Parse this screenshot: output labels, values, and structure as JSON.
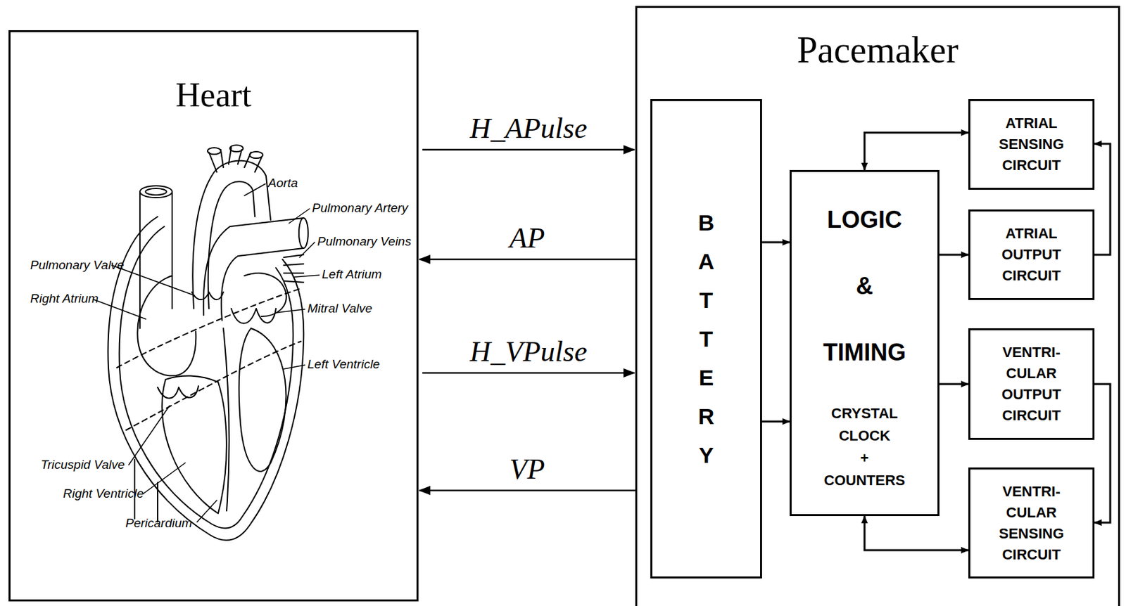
{
  "diagram": {
    "nodes": [
      {
        "text": [
          "Heart"
        ]
      },
      {
        "text": [
          "Pacemaker"
        ]
      },
      {
        "text": [
          "BATTERY"
        ],
        "in": 1
      },
      {
        "text": [
          "LOGIC & TIMING",
          "CRYSTAL CLOCK + COUNTERS"
        ],
        "in": 1
      },
      {
        "text": [
          "ATRIAL SENSING CIRCUIT"
        ],
        "in": 1
      },
      {
        "text": [
          "ATRIAL OUTPUT CIRCUIT"
        ],
        "in": 1
      },
      {
        "text": [
          "VENTRI- CULAR OUTPUT CIRCUIT"
        ],
        "in": 1
      },
      {
        "text": [
          "VENTRI- CULAR SENSING CIRCUIT"
        ],
        "in": 1
      }
    ],
    "edges": [
      {
        "from": 0,
        "to": 1,
        "arrow": "to",
        "label": "H_APulse"
      },
      {
        "from": 1,
        "to": 0,
        "arrow": "to",
        "label": "AP"
      },
      {
        "from": 0,
        "to": 1,
        "arrow": "to",
        "label": "H_VPulse"
      },
      {
        "from": 1,
        "to": 0,
        "arrow": "to",
        "label": "VP"
      },
      {
        "from": 2,
        "to": 3,
        "arrow": "to"
      },
      {
        "from": 2,
        "to": 3,
        "arrow": "to"
      },
      {
        "from": 3,
        "to": 4,
        "arrow": "both"
      },
      {
        "from": 3,
        "to": 5,
        "arrow": "to"
      },
      {
        "from": 3,
        "to": 6,
        "arrow": "to"
      },
      {
        "from": 3,
        "to": 7,
        "arrow": "both"
      },
      {
        "from": 5,
        "to": 4,
        "arrow": "to"
      },
      {
        "from": 6,
        "to": 7,
        "arrow": "to"
      }
    ],
    "labels": [
      "Aorta",
      "Pulmonary Artery",
      "Pulmonary Veins",
      "Left Atrium",
      "Mitral Valve",
      "Left Ventricle",
      "Pulmonary Valve",
      "Right Atrium",
      "Tricuspid Valve",
      "Right Ventricle",
      "Pericardium"
    ]
  }
}
